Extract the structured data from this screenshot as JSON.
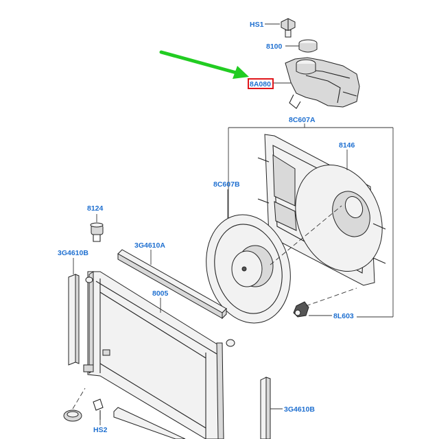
{
  "diagram": {
    "labels": {
      "hs1": "HS1",
      "p8100": "8100",
      "p8a080": "8A080",
      "p8c607a": "8C607A",
      "p8146": "8146",
      "p8c607b": "8C607B",
      "p8124": "8124",
      "p3g4610b_left": "3G4610B",
      "p3g4610a": "3G4610A",
      "p8005": "8005",
      "p8l603": "8L603",
      "hs2": "HS2",
      "p3g4610b_right": "3G4610B"
    },
    "highlight_color": "#e0161b",
    "arrow_color": "#22cc22",
    "label_color": "#1e6fd0"
  }
}
